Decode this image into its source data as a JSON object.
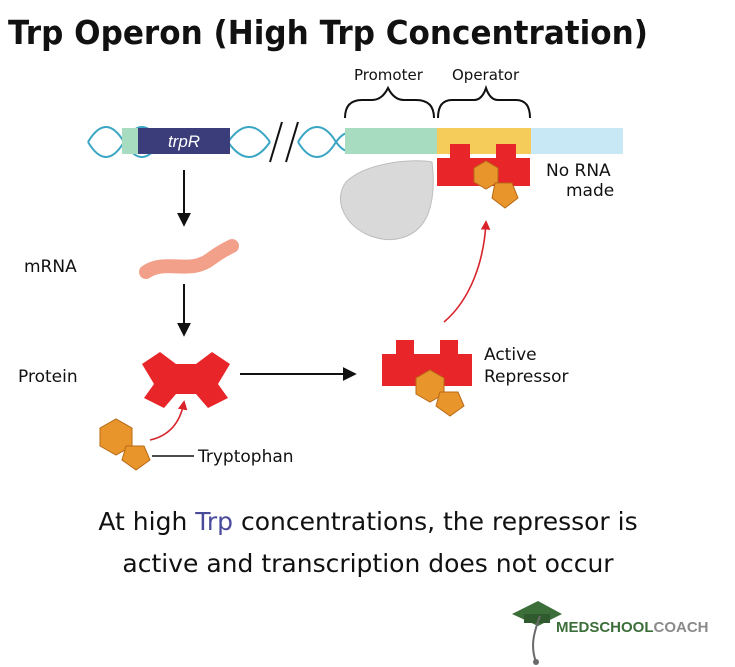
{
  "title": "Trp Operon (High Trp Concentration)",
  "labels": {
    "promoter": "Promoter",
    "operator": "Operator",
    "gene": "trpR",
    "no_rna_line1": "No RNA",
    "no_rna_line2": "made",
    "mrna": "mRNA",
    "protein": "Protein",
    "tryptophan": "Tryptophan",
    "active_line1": "Active",
    "active_line2": "Repressor"
  },
  "caption": {
    "line1_before": "At high ",
    "line1_highlight": "Trp",
    "line1_after": " concentrations, the repressor is",
    "line2": "active and transcription does not occur"
  },
  "logo": {
    "part1": "MEDSCHOOL",
    "part2": "COACH"
  },
  "colors": {
    "repressor": "#e8262a",
    "tryptophan": "#e8952c",
    "operator": "#f5cc5a",
    "promoter": "#a8dcc0",
    "downstream": "#c8e8f5",
    "gene_box": "#3a3d7a",
    "mrna": "#f2a08a",
    "polymerase": "#d9d9d9",
    "dna_strand": "#3aa6c4",
    "highlight_text": "#4a4a9a",
    "logo_green": "#3c6e3a",
    "logo_gray": "#8a8a8a"
  }
}
